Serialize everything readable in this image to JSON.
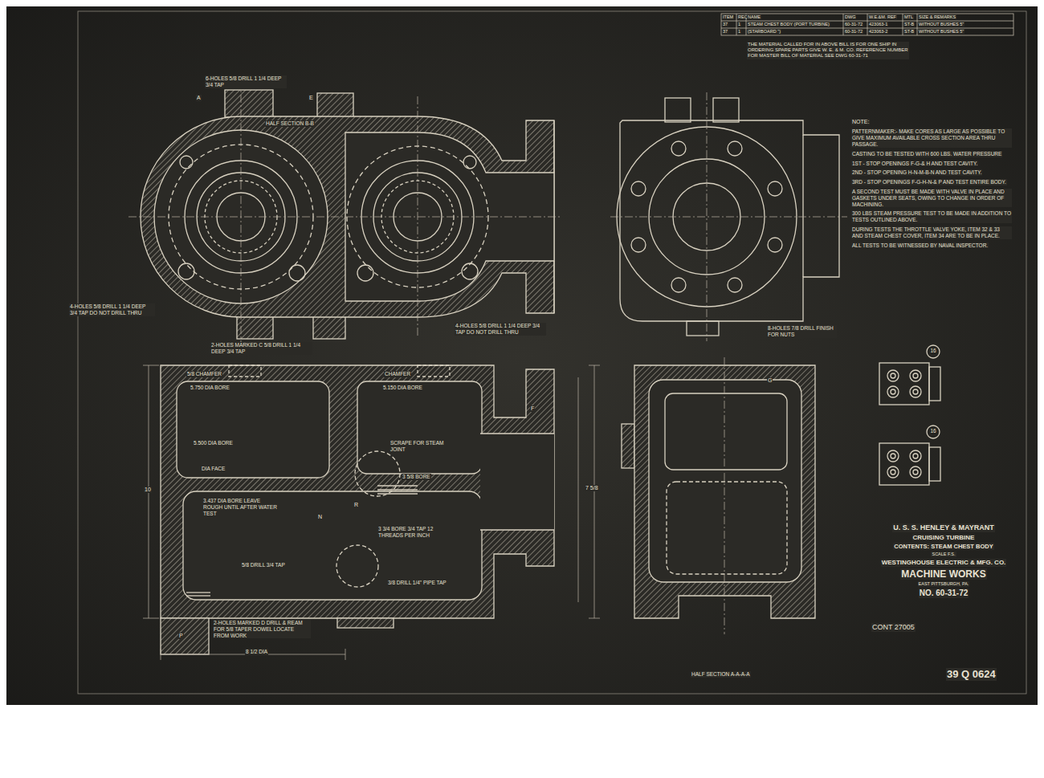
{
  "diagram": {
    "title": "U. S. S. HENLEY & MAYRANT",
    "labels": [
      "ITEM",
      "REQ",
      "NAME",
      "DWG",
      "W.E.&M. REF",
      "MTL",
      "SIZE & REMARKS",
      "37",
      "1",
      "STEAM CHEST BODY (PORT TURBINE)",
      "60-31-72",
      "423063-1",
      "ST-B",
      "WITHOUT BUSHES 5\"",
      "37",
      "1",
      "(STARBOARD \")",
      "60-31-72",
      "423063-2",
      "ST-B",
      "WITHOUT BUSHES 5\"",
      "THE MATERIAL CALLED FOR IN ABOVE BILL IS FOR ONE SHIP IN ORDERING SPARE PARTS GIVE W. E. & M. CO. REFERENCE NUMBER FOR MASTER BILL OF MATERIAL SEE DWG 60-31-71",
      "NOTE:",
      "PATTERNMAKER:- MAKE CORES AS LARGE AS POSSIBLE TO GIVE MAXIMUM AVAILABLE CROSS SECTION AREA THRU PASSAGE.",
      "CASTING TO BE TESTED WITH 600 LBS. WATER PRESSURE",
      "1ST - STOP OPENINGS F-G-& H AND TEST CAVITY.",
      "2ND - STOP OPENING H-N-M-B-N AND TEST CAVITY.",
      "3RD - STOP OPENINGS F-G-H-N-& P AND TEST ENTIRE BODY.",
      "A SECOND TEST MUST BE MADE WITH VALVE IN PLACE AND GASKETS UNDER SEATS, OWING TO CHANGE IN ORDER OF MACHINING.",
      "300 LBS STEAM PRESSURE TEST TO BE MADE IN ADDITION TO TESTS OUTLINED ABOVE.",
      "DURING TESTS THE THROTTLE VALVE YOKE, ITEM 32 & 33 AND STEAM CHEST COVER, ITEM 34 ARE TO BE IN PLACE.",
      "ALL TESTS TO BE WITNESSED BY NAVAL INSPECTOR.",
      "CRUISING TURBINE",
      "CONTENTS: STEAM CHEST BODY",
      "SCALE F.S.",
      "WESTINGHOUSE ELECTRIC & MFG. CO.",
      "MACHINE WORKS",
      "EAST PITTSBURGH, PA.",
      "NO. 60-31-72",
      "CONT 27005",
      "39 Q 0624",
      "HALF SECTION B-B",
      "6-HOLES 5/8 DRILL 1 1/4 DEEP 3/4 TAP",
      "4-HOLES 5/8 DRILL 1 1/4 DEEP 3/4 TAP DO NOT DRILL THRU",
      "4-HOLES 5/8 DRILL 1 1/4 DEEP 3/4 TAP DO NOT DRILL THRU",
      "2-HOLES MARKED C 5/8 DRILL 1 1/4 DEEP 3/4 TAP",
      "8-HOLES 7/8 DRILL FINISH FOR NUTS",
      "5/8 CHAMFER",
      "5.750 DIA BORE",
      "CHAMFER",
      "5.150 DIA BORE",
      "5.500 DIA BORE",
      "DIA FACE",
      "3.437 DIA BORE LEAVE ROUGH UNTIL AFTER WATER TEST",
      "SCRAPE FOR STEAM JOINT",
      "3 5/8 BORE",
      "3 3/4 BORE 3/4 TAP 12 THREADS PER INCH",
      "5/8 DRILL 3/4 TAP",
      "3/8 DRILL 1/4\" PIPE TAP",
      "2-HOLES MARKED D DRILL & REAM FOR 5/8 TAPER DOWEL LOCATE FROM WORK",
      "8 1/2 DIA",
      "10",
      "7 5/8",
      "HALF SECTION A-A-A-A",
      "16",
      "16",
      "A",
      "E",
      "F",
      "P",
      "R",
      "N",
      "G"
    ]
  }
}
